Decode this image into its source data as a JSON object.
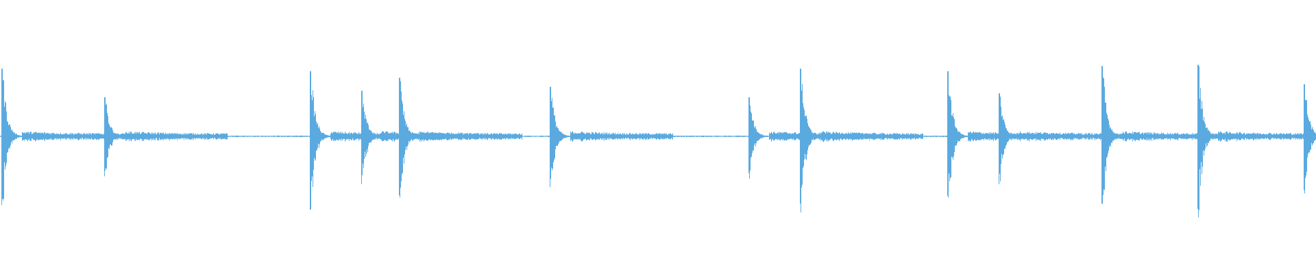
{
  "waveform": {
    "color": "#5aaae0",
    "background": "#ffffff",
    "channel_count": 1,
    "transients_seconds": [
      0.0,
      1.5,
      4.5,
      5.25,
      5.8,
      8.0,
      10.9,
      11.65,
      13.8,
      14.55,
      16.05,
      17.45,
      19.0
    ],
    "duration_seconds": 19.2,
    "peak_levels": [
      0.52,
      0.3,
      0.5,
      0.35,
      0.45,
      0.38,
      0.3,
      0.52,
      0.5,
      0.33,
      0.54,
      0.55,
      0.4
    ]
  }
}
